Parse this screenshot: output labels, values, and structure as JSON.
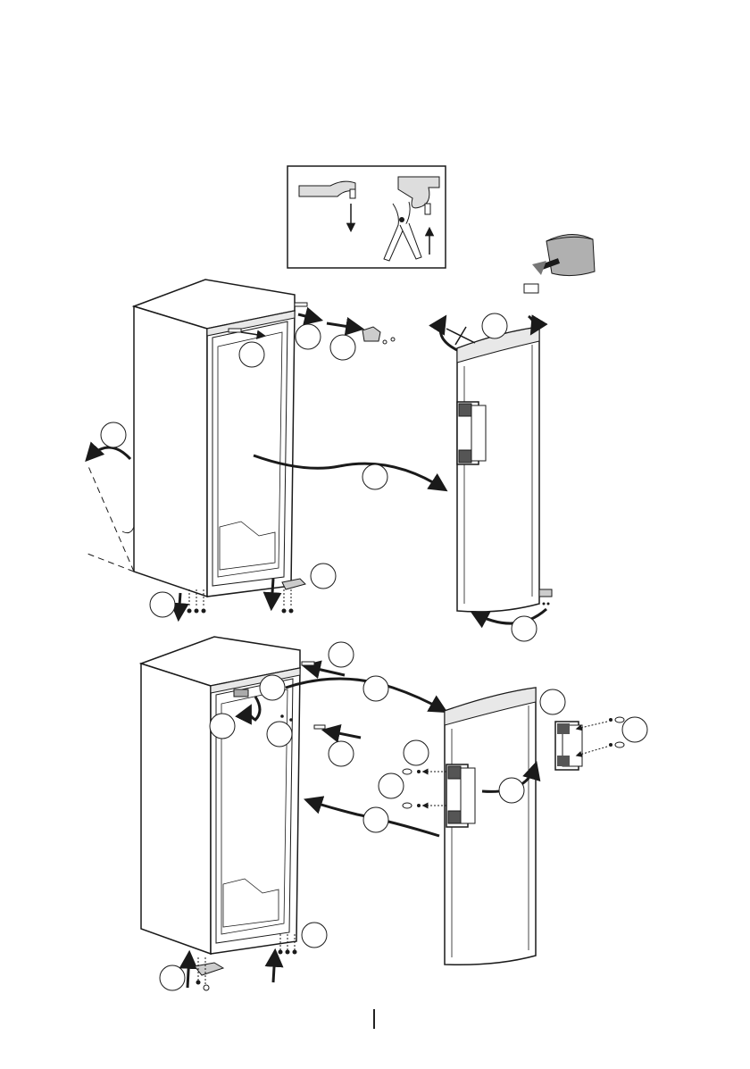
{
  "figure": {
    "description_visible_text": "",
    "step_badges": [
      {
        "id": "b1",
        "label": ""
      },
      {
        "id": "b2",
        "label": ""
      },
      {
        "id": "b3",
        "label": ""
      },
      {
        "id": "b4",
        "label": ""
      },
      {
        "id": "b5",
        "label": ""
      },
      {
        "id": "b6",
        "label": ""
      },
      {
        "id": "b7",
        "label": ""
      },
      {
        "id": "b8",
        "label": ""
      },
      {
        "id": "b9",
        "label": ""
      },
      {
        "id": "b10",
        "label": ""
      },
      {
        "id": "b11",
        "label": ""
      },
      {
        "id": "b12",
        "label": ""
      },
      {
        "id": "b13",
        "label": ""
      },
      {
        "id": "b14",
        "label": ""
      },
      {
        "id": "b15",
        "label": ""
      },
      {
        "id": "b16",
        "label": ""
      },
      {
        "id": "b17",
        "label": ""
      },
      {
        "id": "b18",
        "label": ""
      },
      {
        "id": "b19",
        "label": ""
      },
      {
        "id": "b20",
        "label": ""
      },
      {
        "id": "b21",
        "label": ""
      }
    ],
    "icons": [
      "hinge-bracket-icon",
      "pliers-icon",
      "spare-parts-bag-icon",
      "screw-icon",
      "door-handle-icon"
    ],
    "colors": {
      "line": "#1a1a1a",
      "fill": "#ffffff",
      "shade": "#dcdcdc",
      "bag": "#b0b0b0"
    }
  }
}
